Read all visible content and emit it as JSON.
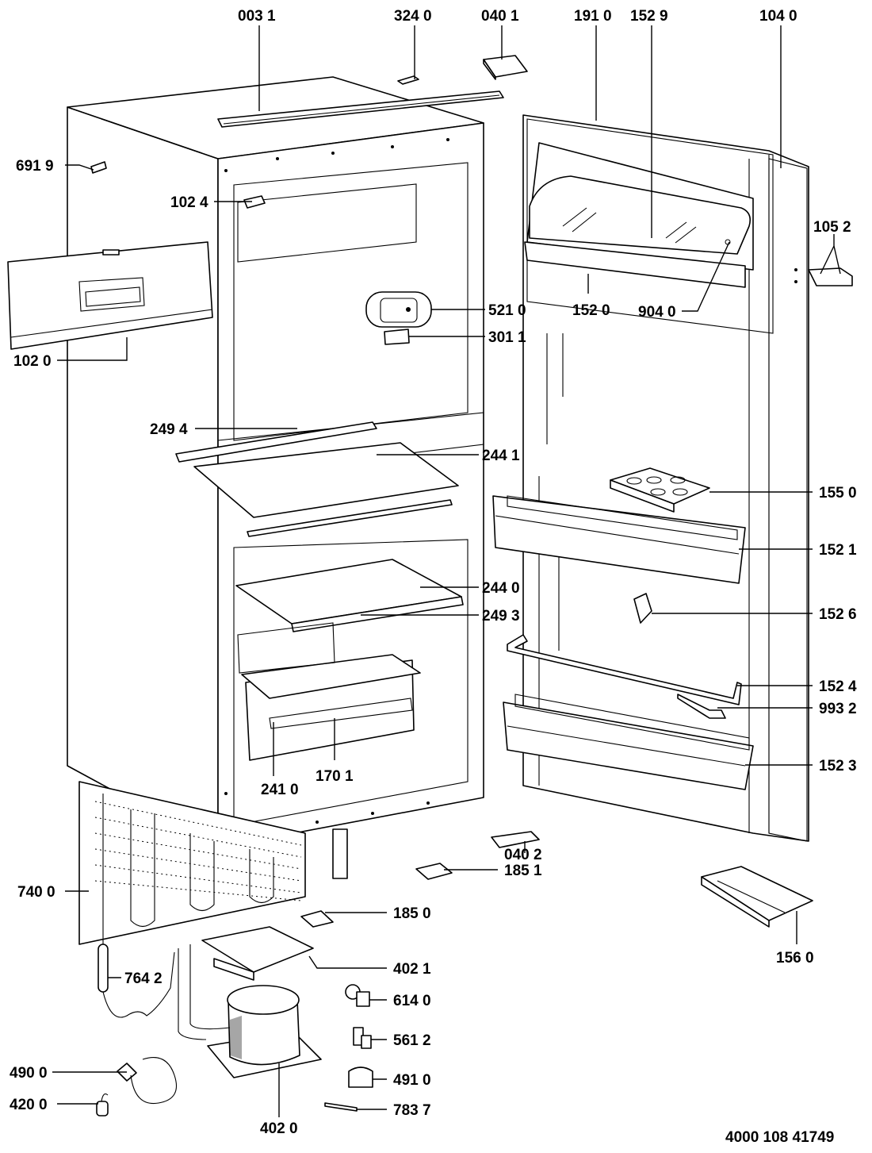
{
  "diagram": {
    "part_labels": [
      {
        "code": "003 1"
      },
      {
        "code": "324 0"
      },
      {
        "code": "040 1"
      },
      {
        "code": "191 0"
      },
      {
        "code": "152 9"
      },
      {
        "code": "104 0"
      },
      {
        "code": "691 9"
      },
      {
        "code": "102 4"
      },
      {
        "code": "105 2"
      },
      {
        "code": "521 0"
      },
      {
        "code": "152 0"
      },
      {
        "code": "904 0"
      },
      {
        "code": "301 1"
      },
      {
        "code": "102 0"
      },
      {
        "code": "249 4"
      },
      {
        "code": "244 1"
      },
      {
        "code": "155 0"
      },
      {
        "code": "152 1"
      },
      {
        "code": "244 0"
      },
      {
        "code": "249 3"
      },
      {
        "code": "152 6"
      },
      {
        "code": "152 4"
      },
      {
        "code": "993 2"
      },
      {
        "code": "152 3"
      },
      {
        "code": "241 0"
      },
      {
        "code": "170 1"
      },
      {
        "code": "040 2"
      },
      {
        "code": "185 1"
      },
      {
        "code": "740 0"
      },
      {
        "code": "185 0"
      },
      {
        "code": "156 0"
      },
      {
        "code": "402 1"
      },
      {
        "code": "764 2"
      },
      {
        "code": "614 0"
      },
      {
        "code": "561 2"
      },
      {
        "code": "490 0"
      },
      {
        "code": "491 0"
      },
      {
        "code": "420 0"
      },
      {
        "code": "783 7"
      },
      {
        "code": "402 0"
      }
    ],
    "document_number": "4000 108 41749"
  }
}
